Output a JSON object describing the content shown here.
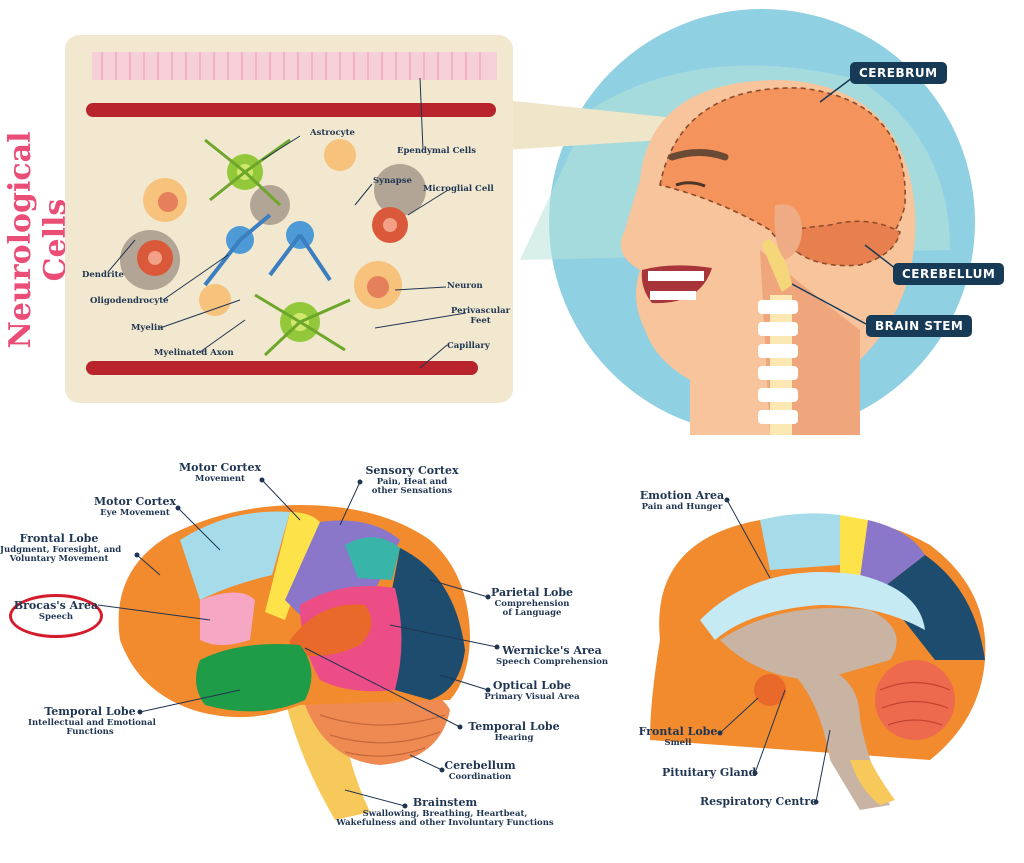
{
  "cells_panel": {
    "title": "Neurological Cells",
    "labels": {
      "astrocyte": "Astrocyte",
      "ependymal": "Ependymal Cells",
      "synapse": "Synapse",
      "microglial": "Microglial Cell",
      "dendrite": "Dendrite",
      "oligodendrocyte": "Oligodendrocyte",
      "myelin": "Myelin",
      "myelinated_axon": "Myelinated Axon",
      "neuron": "Neuron",
      "perivascular": "Perivascular",
      "perivascular_2": "Feet",
      "capillary": "Capillary"
    }
  },
  "head_panel": {
    "cerebrum": "CEREBRUM",
    "cerebellum": "CEREBELLUM",
    "brain_stem": "BRAIN STEM"
  },
  "lateral_brain": {
    "motor_cortex_1": {
      "title": "Motor Cortex",
      "sub": "Movement"
    },
    "sensory_cortex": {
      "title": "Sensory Cortex",
      "sub1": "Pain, Heat and",
      "sub2": "other Sensations"
    },
    "motor_cortex_2": {
      "title": "Motor Cortex",
      "sub": "Eye Movement"
    },
    "frontal_lobe": {
      "title": "Frontal Lobe",
      "sub1": "Judgment, Foresight, and",
      "sub2": "Voluntary Movement"
    },
    "brocas_area": {
      "title": "Brocas's Area",
      "sub": "Speech"
    },
    "parietal_lobe": {
      "title": "Parietal Lobe",
      "sub1": "Comprehension",
      "sub2": "of Language"
    },
    "wernickes_area": {
      "title": "Wernicke's Area",
      "sub": "Speech Comprehension"
    },
    "optical_lobe": {
      "title": "Optical Lobe",
      "sub": "Primary Visual Area"
    },
    "temporal_lobe_left": {
      "title": "Temporal Lobe",
      "sub1": "Intellectual and Emotional",
      "sub2": "Functions"
    },
    "temporal_lobe_right": {
      "title": "Temporal Lobe",
      "sub": "Hearing"
    },
    "cerebellum": {
      "title": "Cerebellum",
      "sub": "Coordination"
    },
    "brainstem": {
      "title": "Brainstem",
      "sub1": "Swallowing, Breathing, Heartbeat,",
      "sub2": "Wakefulness and other Involuntary Functions"
    }
  },
  "sagittal_brain": {
    "emotion_area": {
      "title": "Emotion Area",
      "sub": "Pain and Hunger"
    },
    "frontal_lobe": {
      "title": "Frontal Lobe",
      "sub": "Smell"
    },
    "pituitary_gland": {
      "title": "Pituitary Gland"
    },
    "respiratory_centre": {
      "title": "Respiratory Centre"
    }
  },
  "colors": {
    "title_pink": "#ea4d76",
    "label_navy": "#1f3552",
    "tag_bg": "#173a57",
    "highlight_red": "#d41c2c",
    "panel_beige": "#f1e8cf",
    "circle_blue": "#8fd0e2"
  }
}
